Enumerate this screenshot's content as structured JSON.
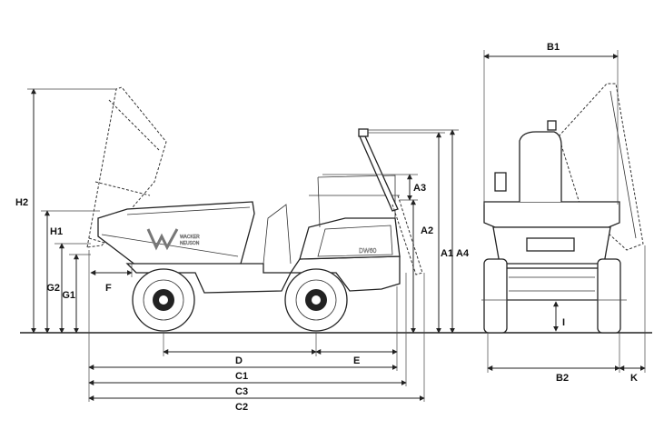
{
  "labels": {
    "H2": "H2",
    "H1": "H1",
    "G2": "G2",
    "G1": "G1",
    "F": "F",
    "A1": "A1",
    "A2": "A2",
    "A3": "A3",
    "A4": "A4",
    "D": "D",
    "E": "E",
    "C1": "C1",
    "C2": "C2",
    "C3": "C3",
    "B1": "B1",
    "B2": "B2",
    "K": "K",
    "I": "I"
  },
  "machine": {
    "logo_line1": "WACKER",
    "logo_line2": "NEUSON",
    "model": "DW60"
  }
}
